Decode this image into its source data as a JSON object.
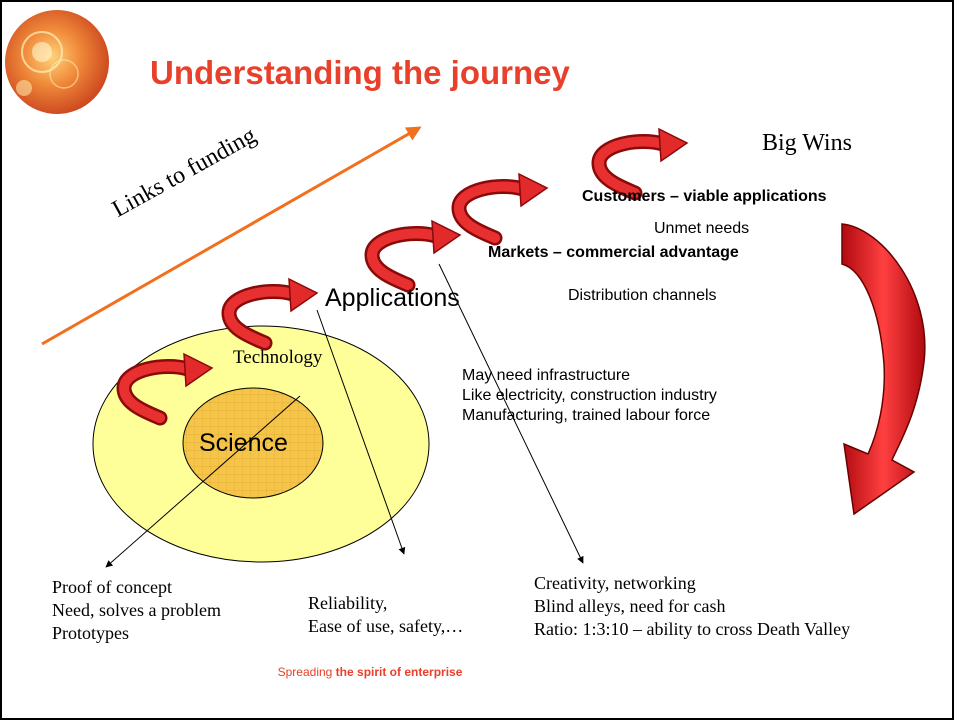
{
  "slide": {
    "title": "Understanding the journey",
    "big_wins": "Big Wins",
    "links_to_funding": "Links to funding",
    "customers": "Customers – viable applications",
    "unmet_needs": "Unmet needs",
    "markets": "Markets – commercial advantage",
    "distribution": "Distribution channels",
    "applications": "Applications",
    "technology": "Technology",
    "science": "Science",
    "infrastructure_lines": [
      "May need infrastructure",
      "Like electricity, construction industry",
      "Manufacturing, trained labour force"
    ],
    "proof_lines": [
      "Proof of concept",
      "Need, solves a problem",
      "Prototypes"
    ],
    "reliability_lines": [
      "Reliability,",
      "Ease of use, safety,…"
    ],
    "creativity_lines": [
      "Creativity, networking",
      "Blind alleys, need for cash",
      "Ratio: 1:3:10 – ability to cross Death Valley"
    ],
    "footer_prefix": "Spreading",
    "footer_bold": "the spirit of enterprise"
  },
  "colors": {
    "title": "#e8402a",
    "arrow_red": "#d42020",
    "arrow_orange": "#f0701e",
    "outer_ellipse": "#ffff99",
    "inner_ellipse": "#f5c54a"
  }
}
